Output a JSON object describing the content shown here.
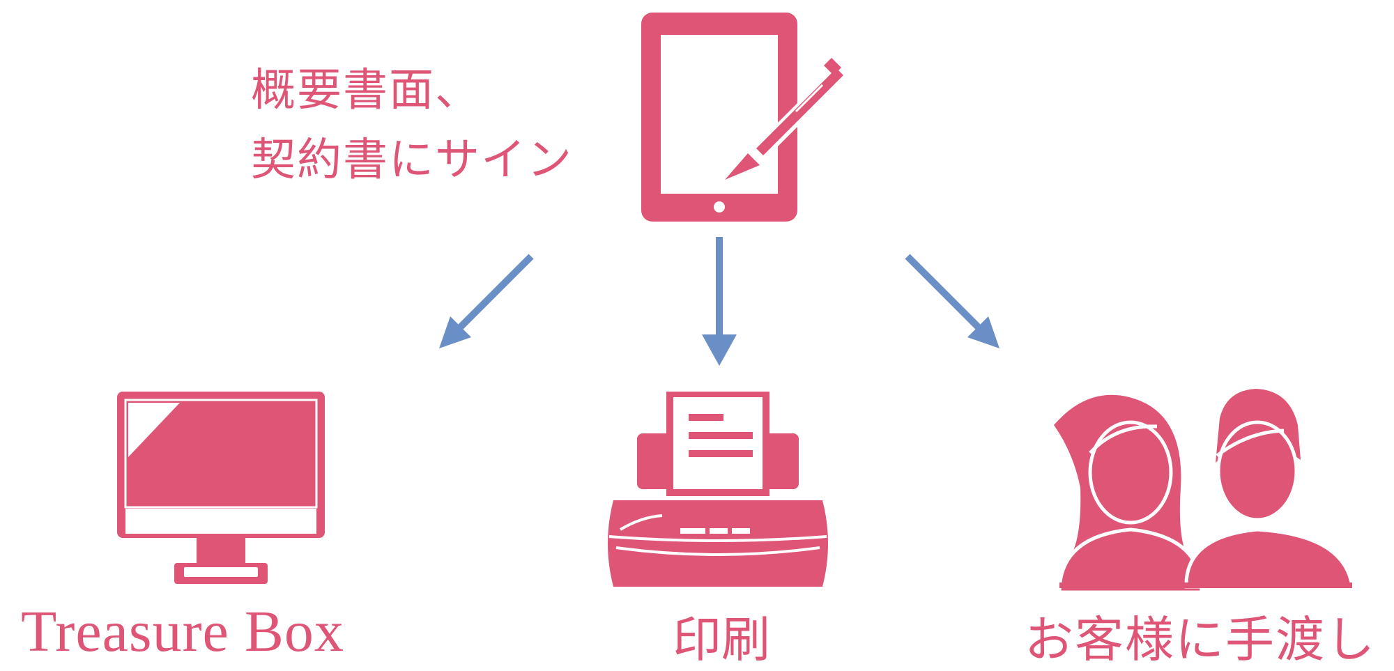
{
  "sign_text": {
    "line1": "概要書面、",
    "line2": "契約書にサイン"
  },
  "destinations": {
    "treasure_box": "Treasure Box",
    "print": "印刷",
    "handover": "お客様に手渡し"
  },
  "colors": {
    "primary": "#de5576",
    "arrow": "#6a8fc6"
  },
  "icons": {
    "tablet": "tablet-with-pen-icon",
    "monitor": "desktop-monitor-icon",
    "printer": "printer-icon",
    "customers": "two-people-icon"
  }
}
